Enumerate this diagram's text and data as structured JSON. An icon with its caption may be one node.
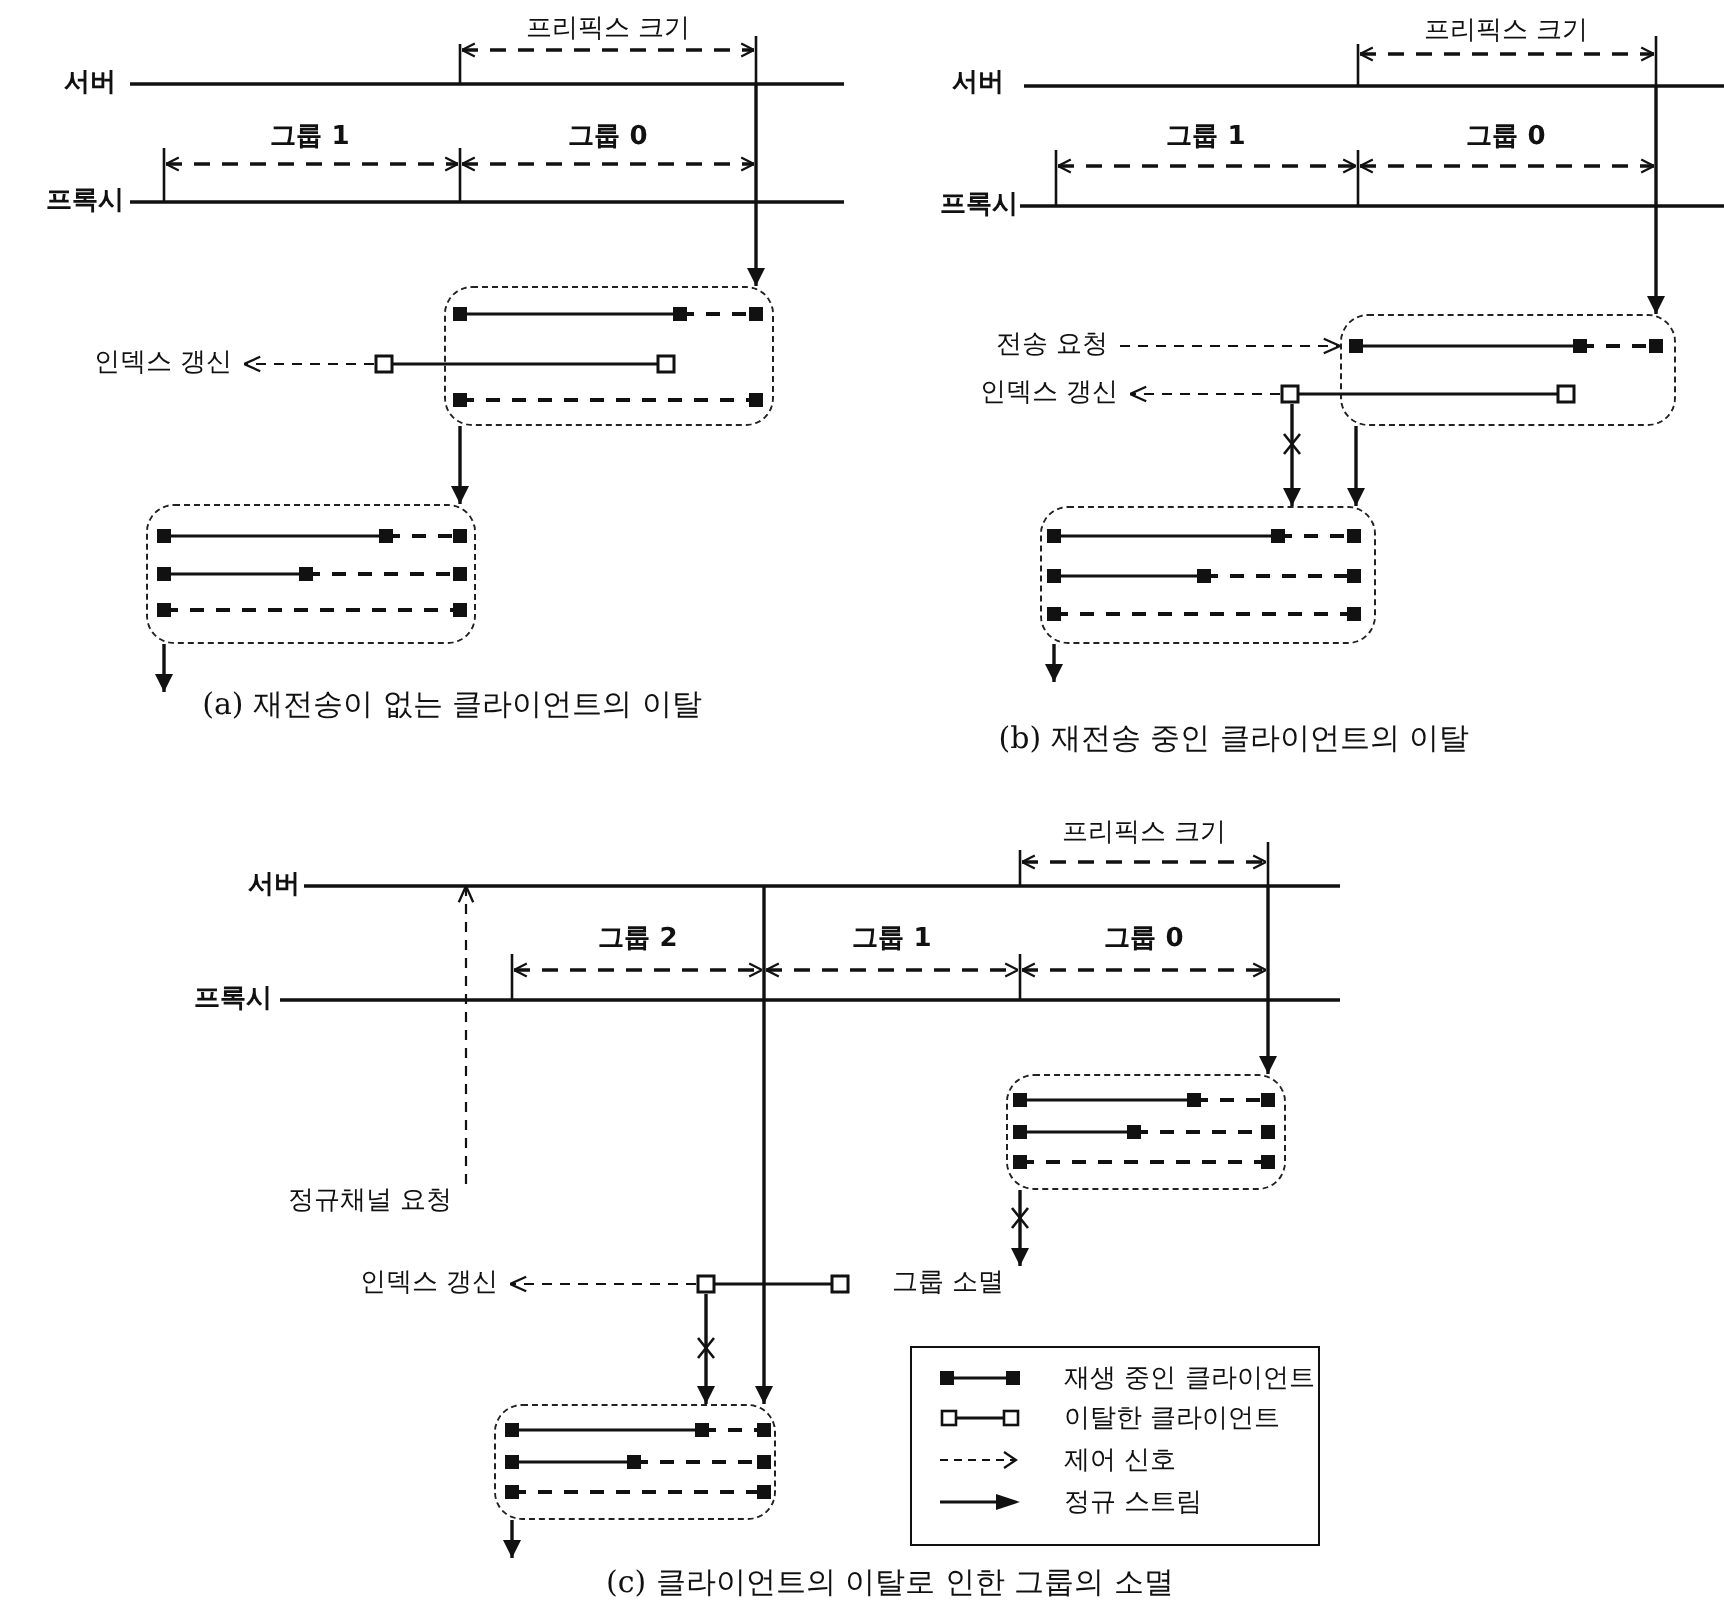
{
  "diagram": {
    "nodes": [
      {
        "text": [],
        "shape": "box"
      },
      {
        "text": [],
        "shape": "bar"
      },
      {
        "text": [
          "인덱스 갱신"
        ]
      },
      {
        "text": [],
        "shape": "box"
      },
      {
        "text": [
          "전송 요청"
        ]
      },
      {
        "text": [],
        "shape": "box"
      },
      {
        "text": [
          "인덱스 갱신"
        ]
      },
      {
        "text": [],
        "shape": "bar"
      },
      {
        "text": [],
        "shape": "box"
      },
      {
        "text": [],
        "shape": "box"
      },
      {
        "text": [
          "정규채널 요청"
        ]
      },
      {
        "text": [
          "인덱스 갱신"
        ]
      },
      {
        "text": [],
        "shape": "bar"
      },
      {
        "text": [
          "그룹 소멸"
        ]
      },
      {
        "text": [],
        "shape": "box"
      }
    ],
    "edges": [
      {
        "from": null,
        "to": 0,
        "arrow": "to"
      },
      {
        "from": 1,
        "to": 2,
        "arrow": "to",
        "style": "dashed"
      },
      {
        "from": 0,
        "to": 3,
        "arrow": "to"
      },
      {
        "from": 3,
        "to": null,
        "arrow": "to"
      },
      {
        "from": null,
        "to": 5,
        "arrow": "to"
      },
      {
        "from": 4,
        "to": 5,
        "arrow": "to",
        "style": "dashed"
      },
      {
        "from": 7,
        "to": 6,
        "arrow": "to",
        "style": "dashed"
      },
      {
        "from": 7,
        "to": 8,
        "arrow": "to"
      },
      {
        "from": 5,
        "to": 8,
        "arrow": "to"
      },
      {
        "from": 8,
        "to": null,
        "arrow": "to"
      },
      {
        "from": null,
        "to": 9,
        "arrow": "to"
      },
      {
        "from": 9,
        "to": 13,
        "arrow": "to"
      },
      {
        "from": 10,
        "to": null,
        "arrow": "to",
        "style": "dashed"
      },
      {
        "from": null,
        "to": 14,
        "arrow": "to"
      },
      {
        "from": 12,
        "to": 11,
        "arrow": "to",
        "style": "dashed"
      },
      {
        "from": 12,
        "to": 14,
        "arrow": "to"
      },
      {
        "from": 14,
        "to": null,
        "arrow": "to"
      }
    ],
    "labels": [
      "서버",
      "프록시",
      "프리픽스 크기",
      "그룹 1",
      "그룹 0",
      "(a) 재전송이 없는 클라이언트의 이탈",
      "서버",
      "프록시",
      "프리픽스 크기",
      "그룹 1",
      "그룹 0",
      "(b) 재전송 중인 클라이언트의 이탈",
      "서버",
      "프록시",
      "프리픽스 크기",
      "그룹 2",
      "그룹 1",
      "그룹 0",
      "(c) 클라이언트의 이탈로 인한 그룹의 소멸"
    ],
    "legend": [
      {
        "text": "재생 중인 클라이언트"
      },
      {
        "text": "이탈한 클라이언트"
      },
      {
        "text": "제어 신호"
      },
      {
        "text": "정규 스트림"
      }
    ]
  }
}
